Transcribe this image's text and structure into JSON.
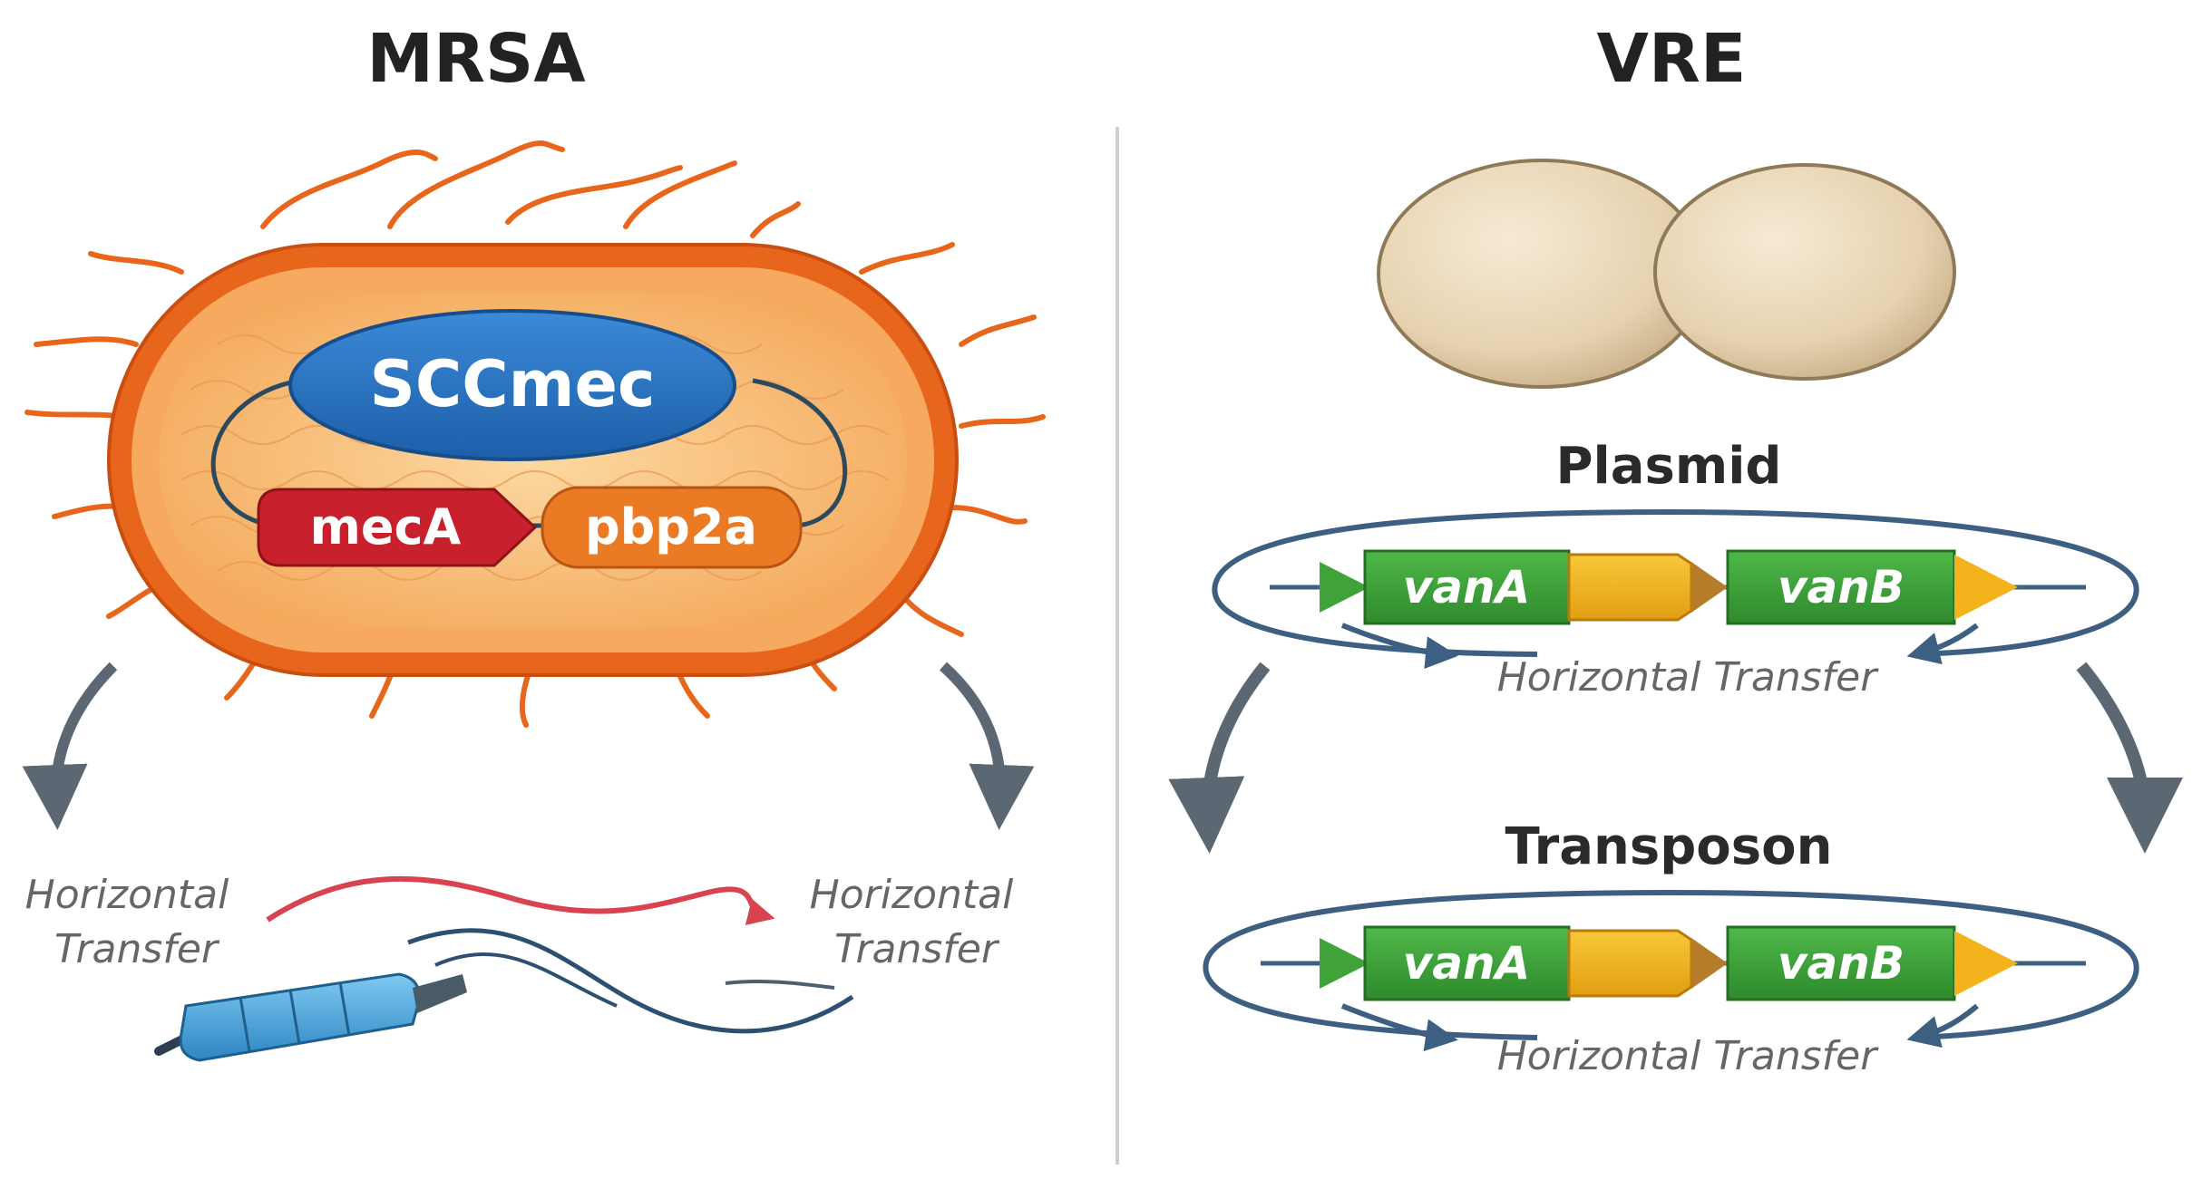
{
  "mrsa": {
    "title": "MRSA",
    "cassette_label": "SCCmec",
    "gene_1": "mecA",
    "gene_2": "pbp2a",
    "transfer_left_line1": "Horizontal",
    "transfer_left_line2": "Transfer",
    "transfer_right_line1": "Horizontal",
    "transfer_right_line2": "Transfer"
  },
  "vre": {
    "title": "VRE",
    "plasmid": {
      "label": "Plasmid",
      "gene_1": "vanA",
      "gene_2": "vanB",
      "transfer": "Horizontal Transfer"
    },
    "transposon": {
      "label": "Transposon",
      "gene_1": "vanA",
      "gene_2": "vanB",
      "transfer": "Horizontal Transfer"
    }
  },
  "colors": {
    "cell_wall": "#e8661c",
    "cytoplasm": "#f7b268",
    "sccmec": "#2a73c4",
    "meca": "#c8202c",
    "pbp2a": "#ea7a24",
    "van_gene": "#3fa33a",
    "linker": "#f2b31c",
    "plasmid_ring": "#3c5f82",
    "transfer_arrow": "#d9434f",
    "curved_arrow": "#5b6873",
    "coccus": "#ead7b7",
    "divider": "#c9cfd6"
  }
}
